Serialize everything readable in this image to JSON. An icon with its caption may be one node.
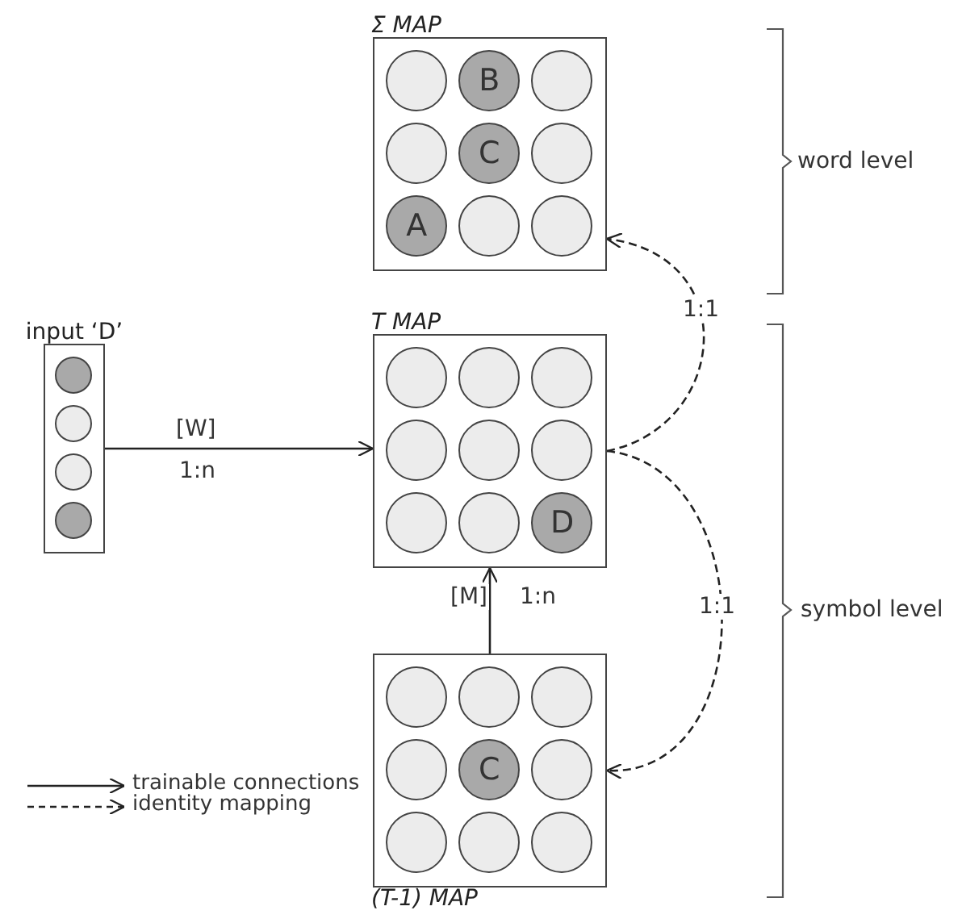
{
  "diagram": {
    "nodes": [
      {
        "text": [
          "Σ MAP"
        ]
      },
      {
        "text": [],
        "shape": "circle",
        "in": 0
      },
      {
        "text": [
          "B"
        ],
        "in": 0
      },
      {
        "text": [],
        "shape": "circle",
        "in": 0
      },
      {
        "text": [],
        "shape": "circle",
        "in": 0
      },
      {
        "text": [
          "C"
        ],
        "in": 0
      },
      {
        "text": [],
        "shape": "circle",
        "in": 0
      },
      {
        "text": [
          "A"
        ],
        "in": 0
      },
      {
        "text": [],
        "shape": "circle",
        "in": 0
      },
      {
        "text": [],
        "shape": "circle",
        "in": 0
      },
      {
        "text": [
          "input ‘D’"
        ]
      },
      {
        "text": [],
        "shape": "circle",
        "in": 10
      },
      {
        "text": [],
        "shape": "circle",
        "in": 10
      },
      {
        "text": [],
        "shape": "circle",
        "in": 10
      },
      {
        "text": [],
        "shape": "circle",
        "in": 10
      },
      {
        "text": [
          "T MAP"
        ]
      },
      {
        "text": [],
        "shape": "circle",
        "in": 15
      },
      {
        "text": [],
        "shape": "circle",
        "in": 15
      },
      {
        "text": [],
        "shape": "circle",
        "in": 15
      },
      {
        "text": [],
        "shape": "circle",
        "in": 15
      },
      {
        "text": [],
        "shape": "circle",
        "in": 15
      },
      {
        "text": [],
        "shape": "circle",
        "in": 15
      },
      {
        "text": [],
        "shape": "circle",
        "in": 15
      },
      {
        "text": [],
        "shape": "circle",
        "in": 15
      },
      {
        "text": [
          "D"
        ],
        "in": 15
      },
      {
        "text": [
          "(T-1) MAP"
        ]
      },
      {
        "text": [],
        "shape": "circle",
        "in": 25
      },
      {
        "text": [],
        "shape": "circle",
        "in": 25
      },
      {
        "text": [],
        "shape": "circle",
        "in": 25
      },
      {
        "text": [],
        "shape": "circle",
        "in": 25
      },
      {
        "text": [
          "C"
        ],
        "in": 25
      },
      {
        "text": [],
        "shape": "circle",
        "in": 25
      },
      {
        "text": [],
        "shape": "circle",
        "in": 25
      },
      {
        "text": [],
        "shape": "circle",
        "in": 25
      },
      {
        "text": [],
        "shape": "circle",
        "in": 25
      }
    ],
    "edges": [
      {
        "from": 10,
        "to": 15,
        "arrow": "to",
        "label": "[W]"
      },
      {
        "from": 25,
        "to": 15,
        "arrow": "to",
        "label": "[M]"
      },
      {
        "from": 15,
        "to": 0,
        "arrow": "to",
        "style": "dashed",
        "label": "1:1"
      },
      {
        "from": 15,
        "to": 25,
        "arrow": "to",
        "style": "dashed",
        "label": "1:1"
      }
    ],
    "labels": [
      "1:n",
      "1:n",
      "word level",
      "symbol level"
    ],
    "legend": [
      {
        "text": "trainable connections"
      },
      {
        "text": "identity mapping"
      }
    ]
  }
}
